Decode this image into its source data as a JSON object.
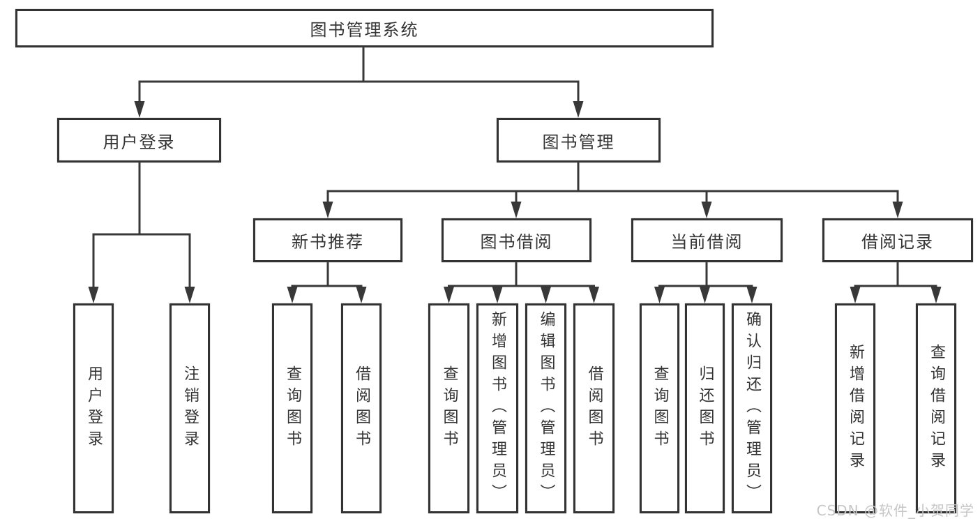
{
  "diagram": {
    "root": {
      "label": "图书管理系统"
    },
    "level2": [
      {
        "id": "user-login",
        "label": "用户登录"
      },
      {
        "id": "book-management",
        "label": "图书管理"
      }
    ],
    "level3": [
      {
        "id": "new-book-recommend",
        "label": "新书推荐",
        "parent": "book-management"
      },
      {
        "id": "book-borrow",
        "label": "图书借阅",
        "parent": "book-management"
      },
      {
        "id": "current-borrow",
        "label": "当前借阅",
        "parent": "book-management"
      },
      {
        "id": "borrow-records",
        "label": "借阅记录",
        "parent": "book-management"
      }
    ],
    "leaves": [
      {
        "parent": "user-login",
        "label": "用户登录"
      },
      {
        "parent": "user-login",
        "label": "注销登录"
      },
      {
        "parent": "new-book-recommend",
        "label": "查询图书"
      },
      {
        "parent": "new-book-recommend",
        "label": "借阅图书"
      },
      {
        "parent": "book-borrow",
        "label": "查询图书"
      },
      {
        "parent": "book-borrow",
        "label": "新增图书（管理员）"
      },
      {
        "parent": "book-borrow",
        "label": "编辑图书（管理员）"
      },
      {
        "parent": "book-borrow",
        "label": "借阅图书"
      },
      {
        "parent": "current-borrow",
        "label": "查询图书"
      },
      {
        "parent": "current-borrow",
        "label": "归还图书"
      },
      {
        "parent": "current-borrow",
        "label": "确认归还（管理员）"
      },
      {
        "parent": "borrow-records",
        "label": "新增借阅记录"
      },
      {
        "parent": "borrow-records",
        "label": "查询借阅记录"
      }
    ]
  },
  "colors": {
    "line": "#383838",
    "box_border": "#333333",
    "text": "#333333",
    "background": "#ffffff",
    "watermark": "#c6c6c6"
  },
  "watermark": {
    "text": "CSDN @软件_小贺同学"
  }
}
